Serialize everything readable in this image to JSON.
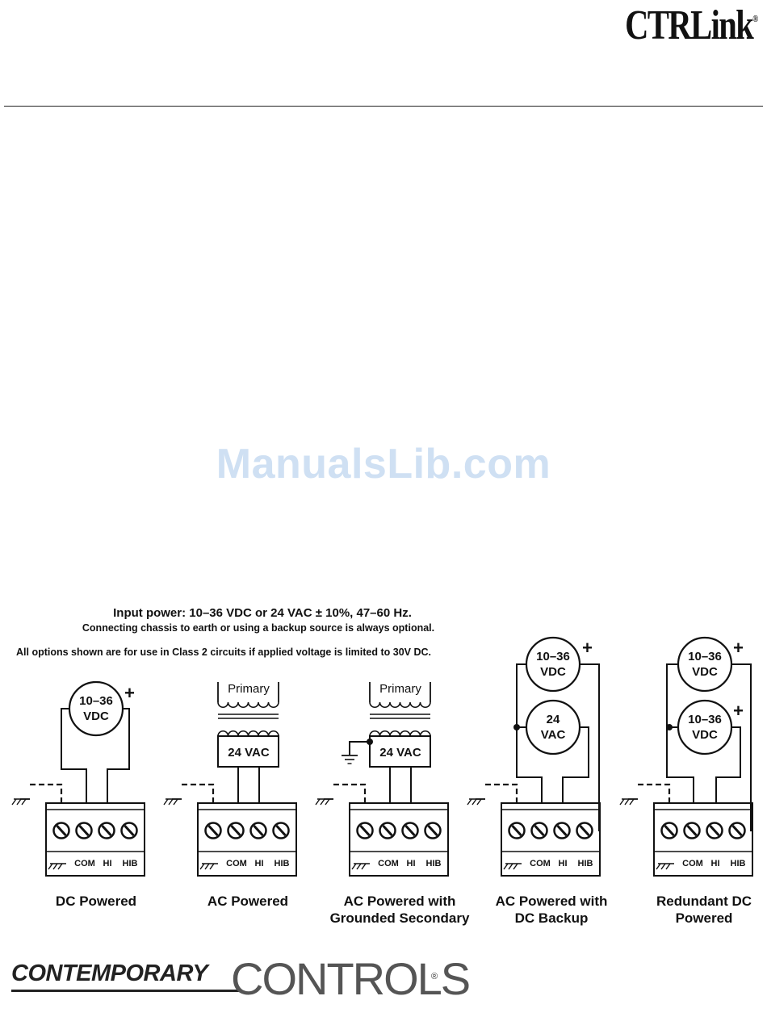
{
  "header": {
    "brand": "CTRLink",
    "brand_mark": "®"
  },
  "watermark": "ManualsLib.com",
  "notes": {
    "input_power": "Input power:  10–36 VDC   or   24 VAC ± 10%, 47–60 Hz.",
    "chassis": "Connecting chassis to earth or using a backup source is always optional.",
    "class2": "All options shown are for use in Class 2 circuits if applied voltage is limited to 30V DC."
  },
  "terminals": {
    "com": "COM",
    "hi": "HI",
    "hib": "HIB"
  },
  "sources": {
    "dc_line1": "10–36",
    "dc_line2": "VDC",
    "ac_line1": "24",
    "ac_line2": "VAC",
    "transformer_primary": "Primary",
    "transformer_secondary": "24 VAC",
    "plus": "+"
  },
  "captions": {
    "dc": [
      "DC Powered"
    ],
    "ac": [
      "AC Powered"
    ],
    "ac_grounded": [
      "AC Powered with",
      "Grounded Secondary"
    ],
    "ac_dc_backup": [
      "AC Powered with",
      "DC Backup"
    ],
    "redundant_dc": [
      "Redundant DC",
      "Powered"
    ]
  },
  "footer": {
    "word1": "CONTEMPORARY",
    "word2": "CONTROLS",
    "mark": "®"
  }
}
